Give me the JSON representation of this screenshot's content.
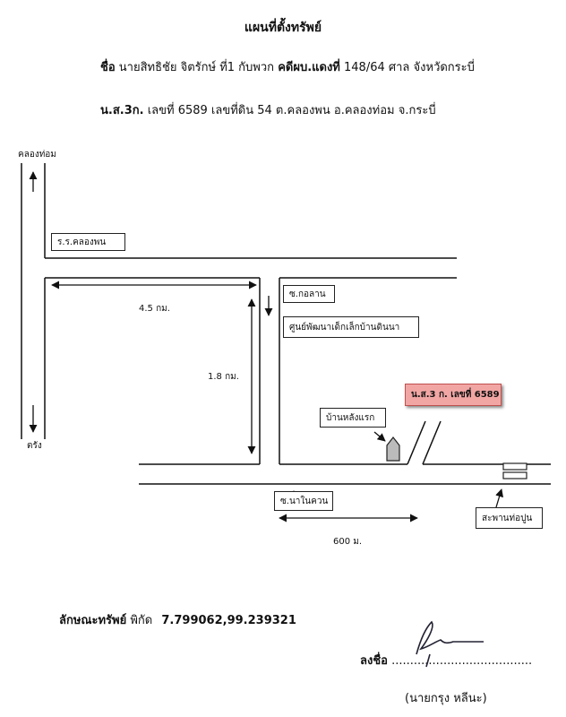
{
  "title": "แผนที่ตั้งทรัพย์",
  "owner_line": {
    "name_label": "ชื่อ",
    "name_value": "นายสิทธิชัย จิตรักษ์ ที่1 กับพวก",
    "case_label": "คดีผบ.แดงที่",
    "case_value": "148/64 ศาล จังหวัดกระบี่"
  },
  "deed_line": {
    "deed_label": "น.ส.3ก.",
    "deed_text": "เลขที่ 6589 เลขที่ดิน 54 ต.คลองพน อ.คลองท่อม จ.กระบี่"
  },
  "map": {
    "north_label": "คลองท่อม",
    "south_label": "ตรัง",
    "school_label": "ร.ร.คลองพน",
    "distance_horizontal": "4.5 กม.",
    "distance_vertical": "1.8 กม.",
    "soi_label": "ซ.กอลาน",
    "center_label": "ศูนย์พัฒนาเด็กเล็กบ้านดินนา",
    "house_label": "บ้านหลังแรก",
    "plot_label": "น.ส.3 ก. เลขที่ 6589",
    "soi2_label": "ซ.นาในควน",
    "bridge_label": "สะพานท่อปูน",
    "distance_bottom": "600 ม."
  },
  "property": {
    "label": "ลักษณะทรัพย์",
    "coord_label": "พิกัด",
    "coord_value": "7.799062,99.239321"
  },
  "signature": {
    "sign_label": "ลงชื่อ",
    "dots": "......................................",
    "name": "(นายกรุง หลีนะ)"
  }
}
